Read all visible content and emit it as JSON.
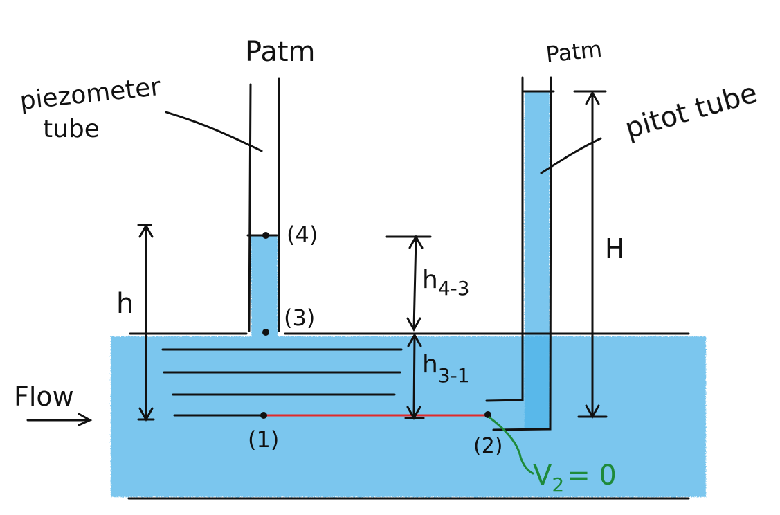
{
  "labels": {
    "patm_left": "Patm",
    "patm_right": "Patm",
    "piezometer_line1": "piezometer",
    "piezometer_line2": "tube",
    "pitot": "pitot tube",
    "h": "h",
    "H": "H",
    "h43_main": "h",
    "h43_sub": "4-3",
    "h31_main": "h",
    "h31_sub": "3-1",
    "p4": "(4)",
    "p3": "(3)",
    "p1": "(1)",
    "p2": "(2)",
    "flow": "Flow",
    "v2_main": "V",
    "v2_sub": "2",
    "v2_rest": "= 0"
  },
  "colors": {
    "water": "#4fb3e8",
    "ink": "#111111",
    "streamline": "#e02a2a",
    "annotation": "#1e8a3a"
  }
}
